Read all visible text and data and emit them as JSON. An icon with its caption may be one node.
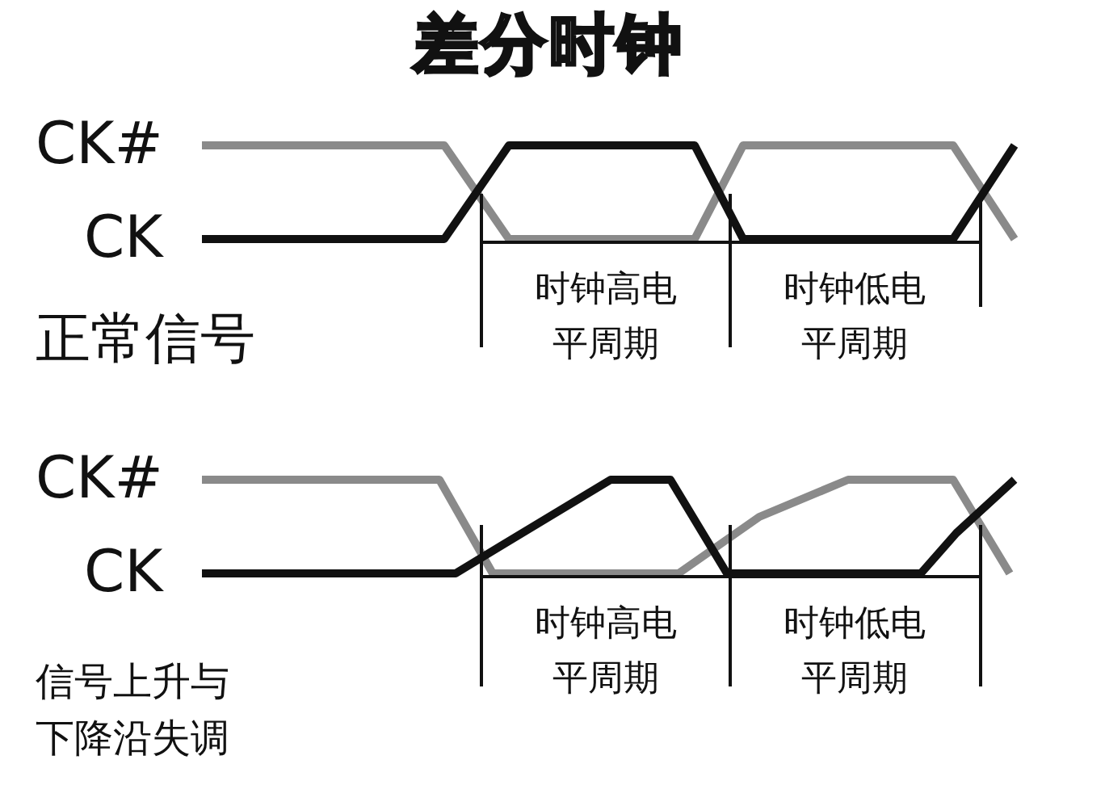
{
  "diagram": {
    "title": "差分时钟",
    "labels": [
      "CK#",
      "CK",
      "正常信号",
      "时钟高电平周期",
      "时钟低电平周期",
      "CK#",
      "CK",
      "信号上升与下降沿失调",
      "时钟高电平周期",
      "时钟低电平周期"
    ]
  }
}
